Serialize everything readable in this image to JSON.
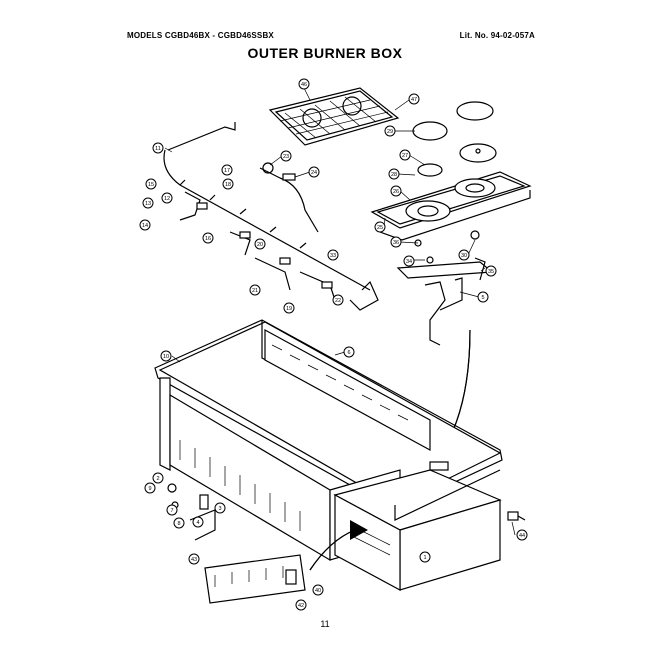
{
  "header": {
    "models": "MODELS CGBD46BX - CGBD46SSBX",
    "lit_no": "Lit. No. 94-02-057A"
  },
  "title": "OUTER BURNER BOX",
  "page_number": "11",
  "callouts": [
    "46",
    "47",
    "11",
    "23",
    "24",
    "17",
    "15",
    "18",
    "14",
    "29",
    "27",
    "28",
    "26",
    "25",
    "20",
    "21",
    "22",
    "12",
    "13",
    "16",
    "19",
    "33",
    "34",
    "35",
    "30",
    "36",
    "5",
    "10",
    "6",
    "9",
    "2",
    "7",
    "3",
    "8",
    "4",
    "1",
    "44",
    "43",
    "42",
    "40"
  ]
}
